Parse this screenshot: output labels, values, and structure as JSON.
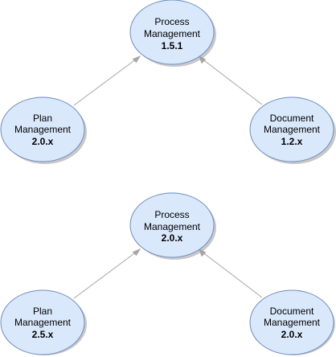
{
  "diagrams": [
    {
      "nodes": [
        {
          "id": "process",
          "line1": "Process",
          "line2": "Management",
          "version": "1.5.1"
        },
        {
          "id": "plan",
          "line1": "Plan",
          "line2": "Management",
          "version": "2.0.x"
        },
        {
          "id": "document",
          "line1": "Document",
          "line2": "Management",
          "version": "1.2.x"
        }
      ],
      "edges": [
        {
          "from": "plan",
          "to": "process"
        },
        {
          "from": "document",
          "to": "process"
        }
      ]
    },
    {
      "nodes": [
        {
          "id": "process",
          "line1": "Process",
          "line2": "Management",
          "version": "2.0.x"
        },
        {
          "id": "plan",
          "line1": "Plan",
          "line2": "Management",
          "version": "2.5.x"
        },
        {
          "id": "document",
          "line1": "Document",
          "line2": "Management",
          "version": "2.0.x"
        }
      ],
      "edges": [
        {
          "from": "plan",
          "to": "process"
        },
        {
          "from": "document",
          "to": "process"
        }
      ]
    }
  ],
  "colors": {
    "node_fill": "#dae8fc",
    "node_stroke": "#6c8ebf",
    "edge": "#a6a6a6",
    "text": "#000000"
  }
}
